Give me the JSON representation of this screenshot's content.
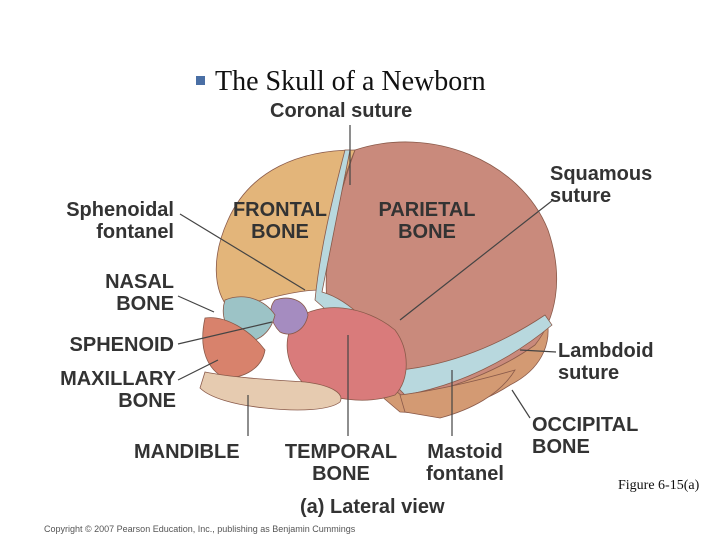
{
  "slide": {
    "title": "The Skull of a Newborn"
  },
  "labels": {
    "coronal_suture": "Coronal suture",
    "squamous_suture": [
      "Squamous",
      "suture"
    ],
    "sphenoidal_fontanel": [
      "Sphenoidal",
      "fontanel"
    ],
    "frontal_bone": [
      "FRONTAL",
      "BONE"
    ],
    "parietal_bone": [
      "PARIETAL",
      "BONE"
    ],
    "nasal_bone": [
      "NASAL",
      "BONE"
    ],
    "sphenoid": "SPHENOID",
    "maxillary_bone": [
      "MAXILLARY",
      "BONE"
    ],
    "lambdoid_suture": [
      "Lambdoid",
      "suture"
    ],
    "occipital_bone": [
      "OCCIPITAL",
      "BONE"
    ],
    "mandible": "MANDIBLE",
    "temporal_bone": [
      "TEMPORAL",
      "BONE"
    ],
    "mastoid_fontanel": [
      "Mastoid",
      "fontanel"
    ]
  },
  "figure_ref": "Figure 6-15(a)",
  "caption": "(a) Lateral view",
  "copyright": "Copyright © 2007 Pearson Education, Inc., publishing as Benjamin Cummings",
  "colors": {
    "parietal": "#c98a7c",
    "frontal": "#e3b57a",
    "occipital": "#d39a73",
    "fontanel": "#b8d8de",
    "temporal": "#d97b7b",
    "mandible": "#e6cbb0",
    "sphenoid": "#a58cc0",
    "nasal": "#9cc3c6",
    "maxilla": "#d8826c"
  }
}
